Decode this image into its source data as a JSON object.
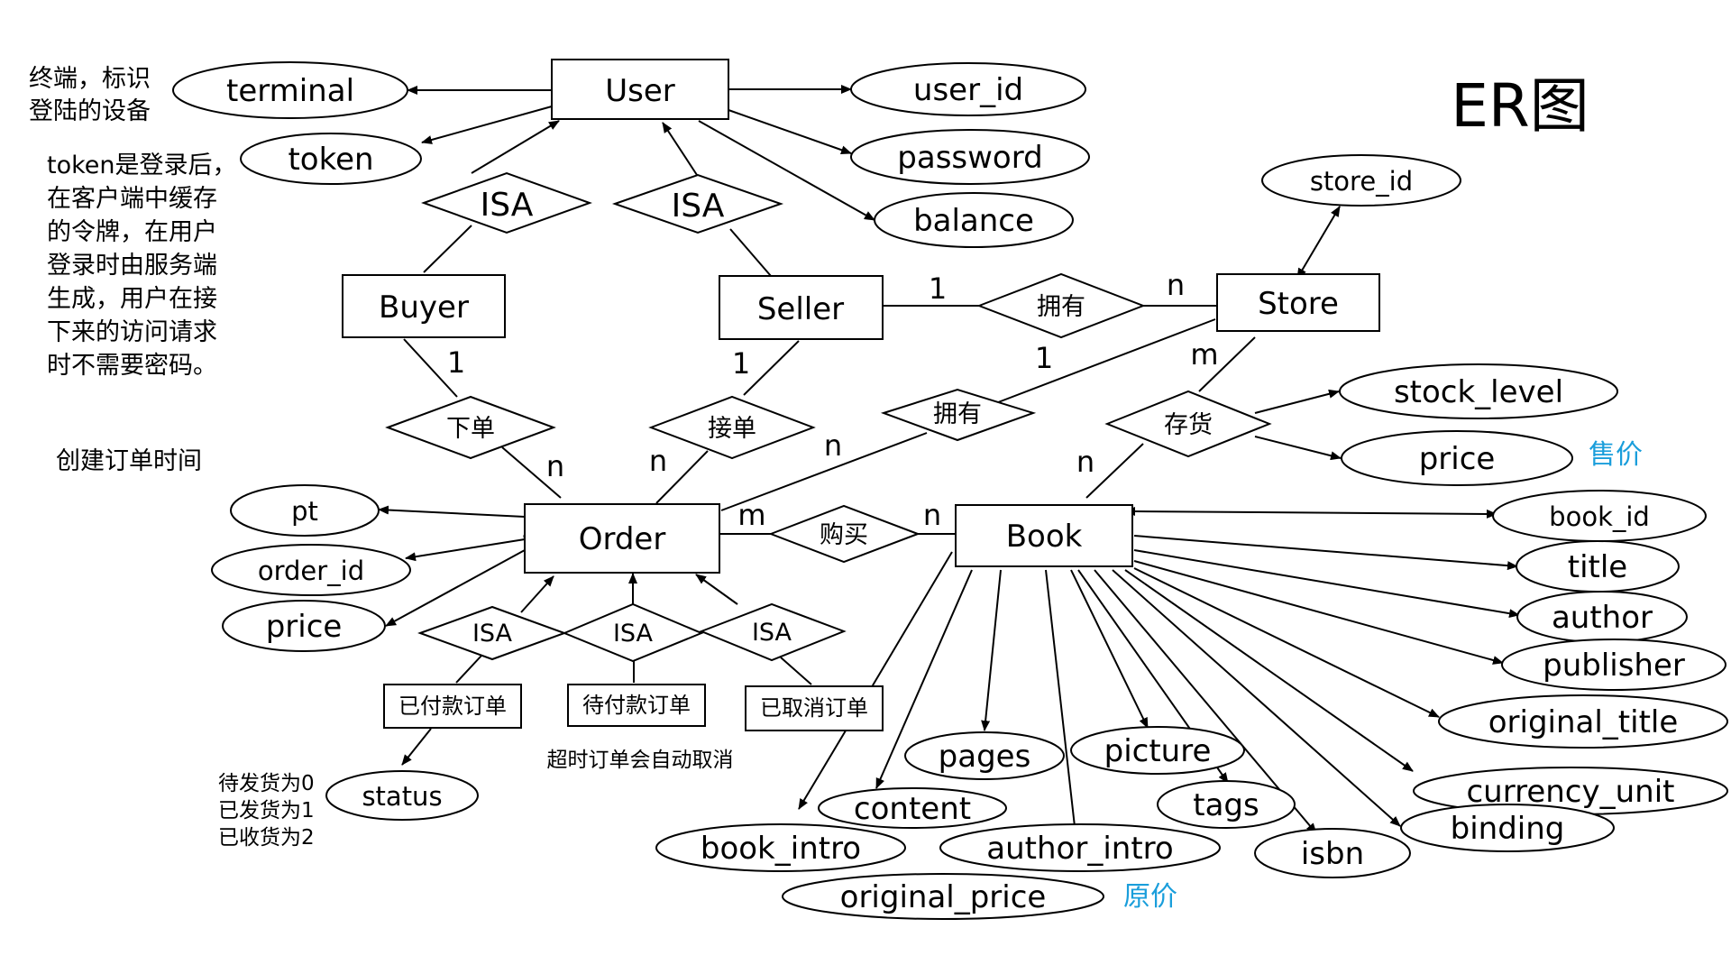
{
  "title": "ER图",
  "entities": {
    "user": "User",
    "buyer": "Buyer",
    "seller": "Seller",
    "store": "Store",
    "order": "Order",
    "book": "Book"
  },
  "sub_entities": {
    "paid": "已付款订单",
    "pending": "待付款订单",
    "cancelled": "已取消订单"
  },
  "attributes": {
    "terminal": "terminal",
    "token": "token",
    "user_id": "user_id",
    "password": "password",
    "balance": "balance",
    "store_id": "store_id",
    "stock_level": "stock_level",
    "store_price": "price",
    "book_id": "book_id",
    "title": "title",
    "author": "author",
    "publisher": "publisher",
    "original_title": "original_title",
    "currency_unit": "currency_unit",
    "binding": "binding",
    "isbn": "isbn",
    "tags": "tags",
    "picture": "picture",
    "pages": "pages",
    "content": "content",
    "author_intro": "author_intro",
    "book_intro": "book_intro",
    "original_price": "original_price",
    "pt": "pt",
    "order_id": "order_id",
    "order_price": "price",
    "status": "status"
  },
  "relationships": {
    "isa_buyer": "ISA",
    "isa_seller": "ISA",
    "own_store": "拥有",
    "place_order": "下单",
    "take_order": "接单",
    "store_order": "拥有",
    "stock": "存货",
    "purchase": "购买",
    "isa_paid": "ISA",
    "isa_pending": "ISA",
    "isa_cancelled": "ISA"
  },
  "cardinalities": {
    "seller_own": "1",
    "store_own": "n",
    "buyer_place": "1",
    "order_place": "n",
    "seller_take": "1",
    "order_take": "n",
    "store_order_store": "1",
    "store_order_order": "n",
    "store_stock": "m",
    "book_stock": "n",
    "order_purchase": "m",
    "book_purchase": "n"
  },
  "notes": {
    "terminal_note": [
      "终端，标识",
      "登陆的设备"
    ],
    "token_note": [
      "token是登录后，",
      "在客户端中缓存",
      "的令牌，在用户",
      "登录时由服务端",
      "生成，用户在接",
      "下来的访问请求",
      "时不需要密码。"
    ],
    "pt_note": "创建订单时间",
    "status_note": [
      "待发货为0",
      "已发货为1",
      "已收货为2"
    ],
    "timeout_note": "超时订单会自动取消",
    "sale_price_note": "售价",
    "original_price_note": "原价"
  },
  "colors": {
    "annotation_blue": "#1a9edb"
  }
}
